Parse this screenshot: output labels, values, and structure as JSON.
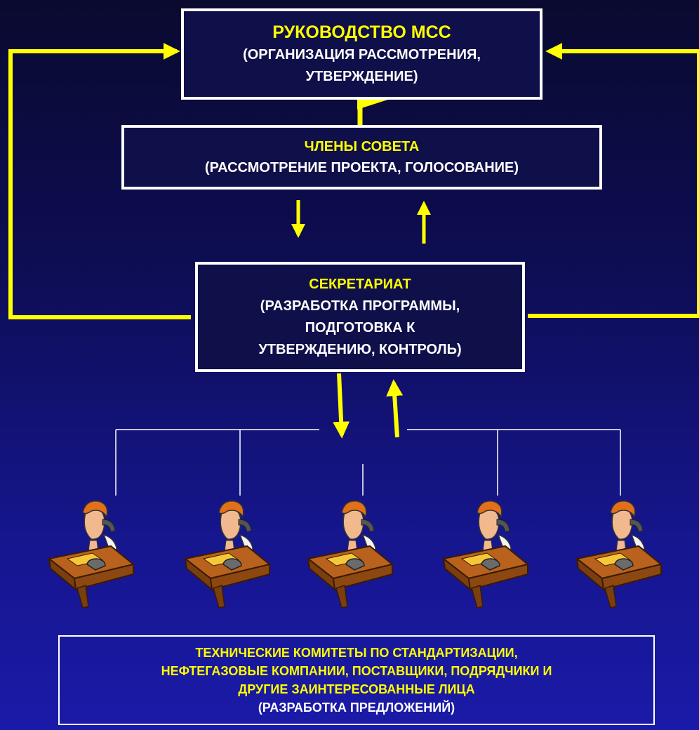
{
  "colors": {
    "accent": "#ffff00",
    "box_border": "#ffffff",
    "background": "#13136e"
  },
  "nodes": {
    "leadership": {
      "title": "РУКОВОДСТВО МСС",
      "line1": "(ОРГАНИЗАЦИЯ РАССМОТРЕНИЯ,",
      "line2": "УТВЕРЖДЕНИЕ)"
    },
    "council": {
      "title": "ЧЛЕНЫ СОВЕТА",
      "line1": "(РАССМОТРЕНИЕ ПРОЕКТА, ГОЛОСОВАНИЕ)"
    },
    "secretariat": {
      "title": "СЕКРЕТАРИАТ",
      "line1": "(РАЗРАБОТКА ПРОГРАММЫ,",
      "line2": "ПОДГОТОВКА К",
      "line3": "УТВЕРЖДЕНИЮ, КОНТРОЛЬ)"
    },
    "stakeholders": {
      "line1": "ТЕХНИЧЕСКИЕ КОМИТЕТЫ ПО СТАНДАРТИЗАЦИИ,",
      "line2": "НЕФТЕГАЗОВЫЕ КОМПАНИИ, ПОСТАВЩИКИ, ПОДРЯДЧИКИ И",
      "line3": "ДРУГИЕ ЗАИНТЕРЕСОВАННЫЕ ЛИЦА",
      "line4": "(РАЗРАБОТКА ПРЕДЛОЖЕНИЙ)"
    }
  },
  "workers": {
    "count": 5,
    "icon": "person-at-desk-phone-icon"
  }
}
